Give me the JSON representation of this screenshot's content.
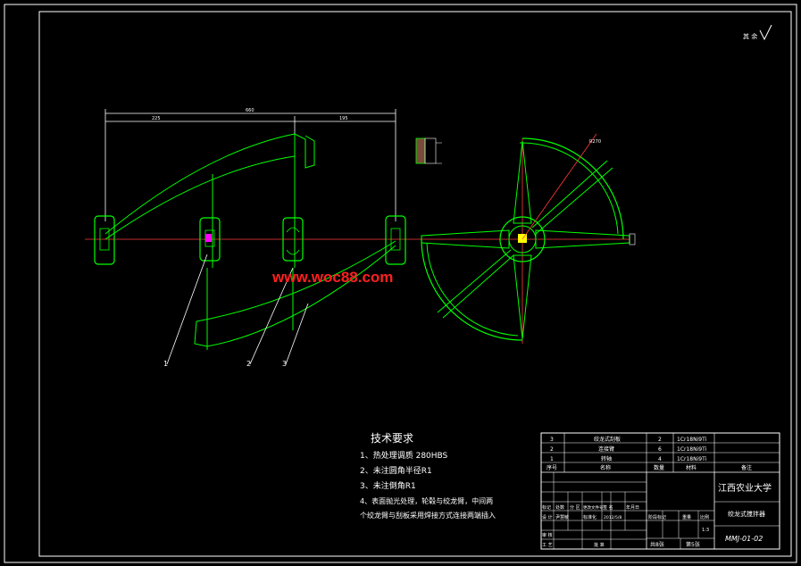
{
  "title_block": {
    "university": "江西农业大学",
    "part_name": "绞龙式搅拌器",
    "drawing_no": "MMJ-01-02",
    "scale": "1:3",
    "sheet_total": "共8张",
    "sheet_no": "第5张",
    "designer_label": "设 计",
    "designer_name": "尹慧敏",
    "date": "2012/5/8",
    "standardization_label": "标准化",
    "stage_mark_label": "阶段标记",
    "weight_label": "重量",
    "scale_label": "比例",
    "review_label": "审 核",
    "process_label": "工 艺",
    "approve_label": "批 准",
    "rev_headers": [
      "标记",
      "处数",
      "分 区",
      "更改文件号",
      "签 名",
      "年月日"
    ]
  },
  "parts_list": {
    "rows": [
      {
        "no": "3",
        "name": "绞龙式刮板",
        "qty": "2",
        "material": "1Cr18Ni9Ti"
      },
      {
        "no": "2",
        "name": "连接臂",
        "qty": "6",
        "material": "1Cr18Ni9Ti"
      },
      {
        "no": "1",
        "name": "转轴",
        "qty": "4",
        "material": "1Cr18Ni9Ti"
      }
    ],
    "headers": {
      "no": "序号",
      "name": "名称",
      "qty": "数量",
      "material": "材料",
      "remark": "备注"
    }
  },
  "tech_requirements": {
    "title": "技术要求",
    "items": [
      "1、热处理调质 280HBS",
      "2、未注圆角半径R1",
      "3、未注倒角R1",
      "4、表面抛光处理，轮毂与绞龙臂，中间两",
      "个绞龙臂与刮板采用焊接方式连接两端插入"
    ]
  },
  "watermark": "www.woc88.com",
  "roughness_note": "其 余",
  "dimensions": {
    "overall": "660",
    "left": "225",
    "right": "195",
    "side_radius": "R270"
  },
  "balloons": [
    "1",
    "2",
    "3"
  ],
  "colors": {
    "background": "#000000",
    "outline": "#00ff00",
    "centerline": "#ff3b3b",
    "text": "#ffffff",
    "watermark": "#ff2020"
  }
}
